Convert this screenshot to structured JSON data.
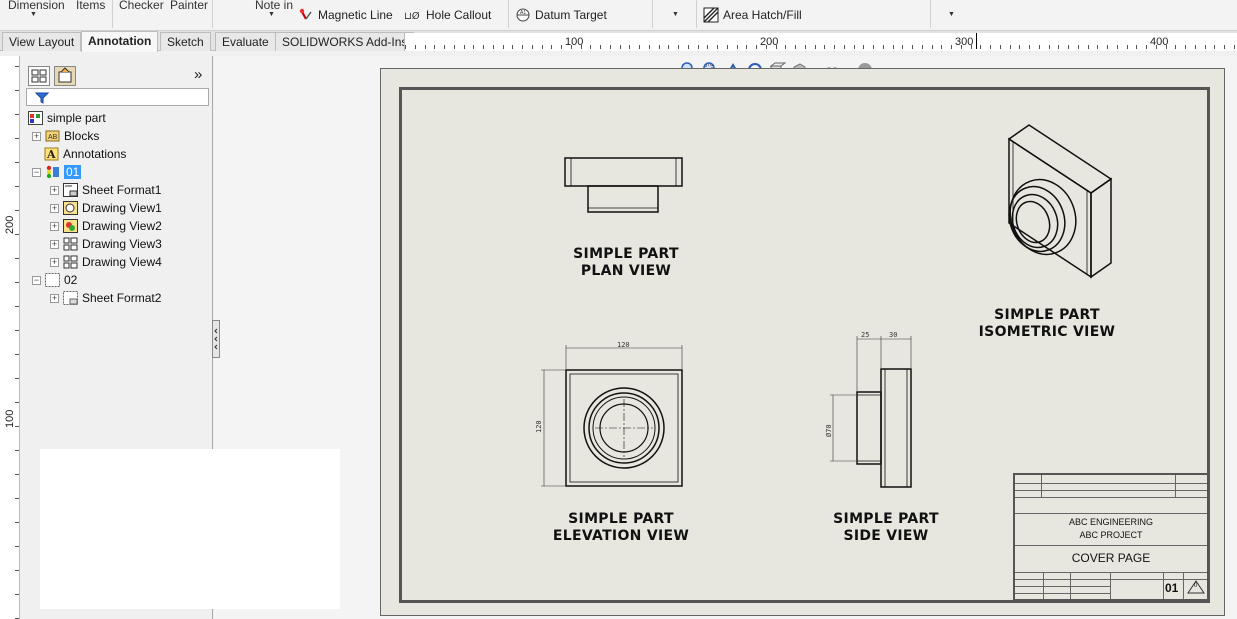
{
  "ribbon": {
    "top_labels": [
      "Dimension",
      "Items",
      "Checker",
      "Painter",
      "Note in"
    ],
    "tools": [
      {
        "label": "Magnetic Line",
        "icon": "magnetic-line-icon"
      },
      {
        "label": "Hole Callout",
        "icon": "hole-callout-icon"
      },
      {
        "label": "Datum Target",
        "icon": "datum-target-icon"
      },
      {
        "label": "Area Hatch/Fill",
        "icon": "area-hatch-icon"
      }
    ]
  },
  "tabs": [
    "View Layout",
    "Annotation",
    "Sketch",
    "Evaluate",
    "SOLIDWORKS Add-Ins"
  ],
  "active_tab": "Annotation",
  "hruler": {
    "labels": [
      "100",
      "200",
      "300",
      "400"
    ]
  },
  "vruler": {
    "labels": [
      "200",
      "100"
    ]
  },
  "tree": {
    "root": "simple part",
    "items": [
      {
        "label": "Blocks",
        "icon": "blocks-icon"
      },
      {
        "label": "Annotations",
        "icon": "annotations-icon"
      },
      {
        "label": "01",
        "icon": "sheet-icon",
        "selected": true
      },
      {
        "label": "Sheet Format1",
        "icon": "sheet-format-icon"
      },
      {
        "label": "Drawing View1",
        "icon": "drawing-view-icon"
      },
      {
        "label": "Drawing View2",
        "icon": "drawing-view-icon"
      },
      {
        "label": "Drawing View3",
        "icon": "drawing-view-icon"
      },
      {
        "label": "Drawing View4",
        "icon": "drawing-view-icon"
      },
      {
        "label": "02",
        "icon": "sheet-icon"
      },
      {
        "label": "Sheet Format2",
        "icon": "sheet-format-icon"
      }
    ],
    "collapse_glyph": "»"
  },
  "drawing": {
    "views": [
      {
        "line1": "SIMPLE PART",
        "line2": "PLAN VIEW"
      },
      {
        "line1": "SIMPLE PART",
        "line2": "ISOMETRIC VIEW"
      },
      {
        "line1": "SIMPLE PART",
        "line2": "ELEVATION VIEW"
      },
      {
        "line1": "SIMPLE PART",
        "line2": "SIDE VIEW"
      }
    ],
    "dims": {
      "elev_width": "120",
      "elev_height": "120",
      "side_a": "25",
      "side_b": "30",
      "side_dia": "Ø70"
    }
  },
  "title_block": {
    "company": "ABC ENGINEERING",
    "project": "ABC PROJECT",
    "title": "COVER PAGE",
    "sheet": "01",
    "revision": "0"
  }
}
